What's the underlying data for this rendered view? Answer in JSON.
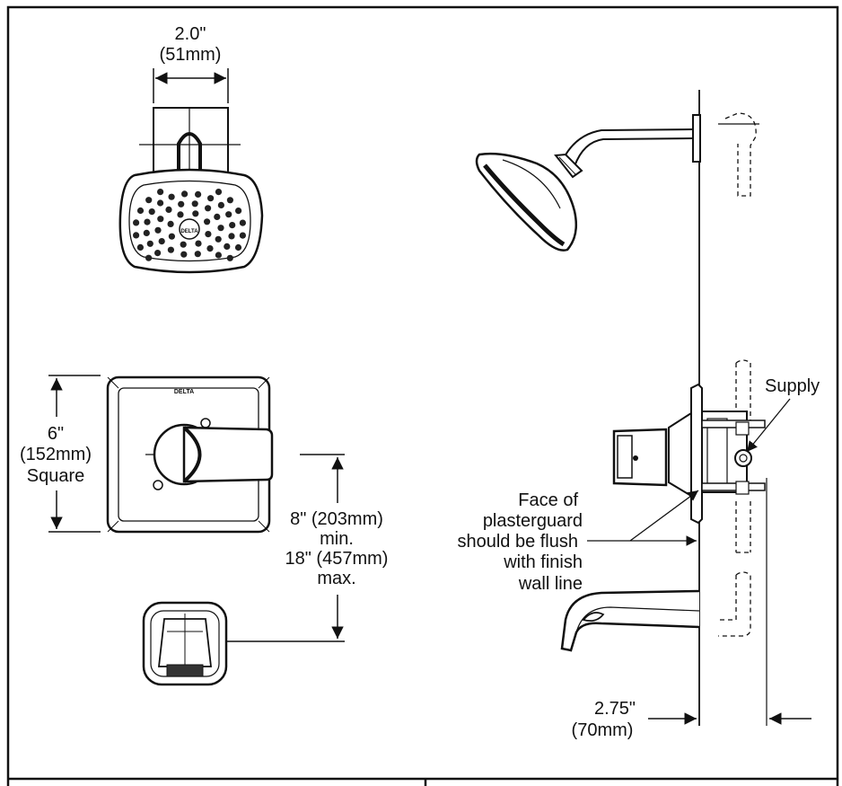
{
  "labels": {
    "head_width_in": "2.0\"",
    "head_width_mm": "(51mm)",
    "plate_size_in": "6\"",
    "plate_size_mm": "(152mm)",
    "plate_size_shape": "Square",
    "spacing_min_line1": "8\" (203mm)",
    "spacing_min_line2": "min.",
    "spacing_max_line1": "18\" (457mm)",
    "spacing_max_line2": "max.",
    "supply": "Supply",
    "plaster_line1": "Face of",
    "plaster_line2": "plasterguard",
    "plaster_line3": "should be flush",
    "plaster_line4": "with finish",
    "plaster_line5": "wall line",
    "depth_in": "2.75\"",
    "depth_mm": "(70mm)"
  },
  "logo": {
    "text": "DELTA"
  },
  "colors": {
    "line": "#111111",
    "fill_dark": "#222222",
    "background": "#ffffff"
  }
}
